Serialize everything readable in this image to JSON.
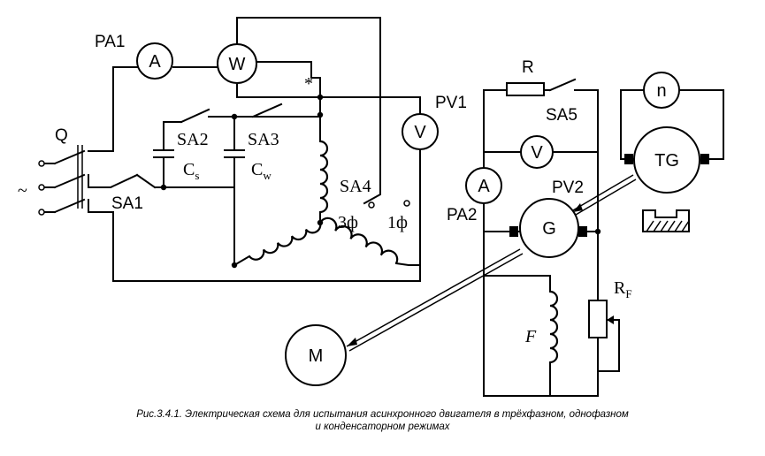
{
  "caption": {
    "line1": "Рис.3.4.1.  Электрическая схема для испытания асинхронного двигателя в трёхфазном, однофазном",
    "line2": "и конденсаторном режимах"
  },
  "supply_symbol": "~",
  "labels": {
    "Q": "Q",
    "PA1": "PA1",
    "SA1": "SA1",
    "SA2": "SA2",
    "SA3": "SA3",
    "SA4": "SA4",
    "SA5": "SA5",
    "Cs": "C",
    "Cs_sub": "s",
    "Cw": "C",
    "Cw_sub": "w",
    "star": "*",
    "mode3": "3ф",
    "mode1": "1ф",
    "PV1": "PV1",
    "PV2": "PV2",
    "PA2": "PA2",
    "R": "R",
    "RF": "R",
    "RF_sub": "F",
    "F": "F"
  },
  "meters": {
    "ammeter1": "A",
    "wattmeter": "W",
    "voltmeter1": "V",
    "voltmeter2": "V",
    "ammeter2": "A",
    "generator": "G",
    "tachogen": "TG",
    "speed": "n",
    "motor": "M"
  }
}
